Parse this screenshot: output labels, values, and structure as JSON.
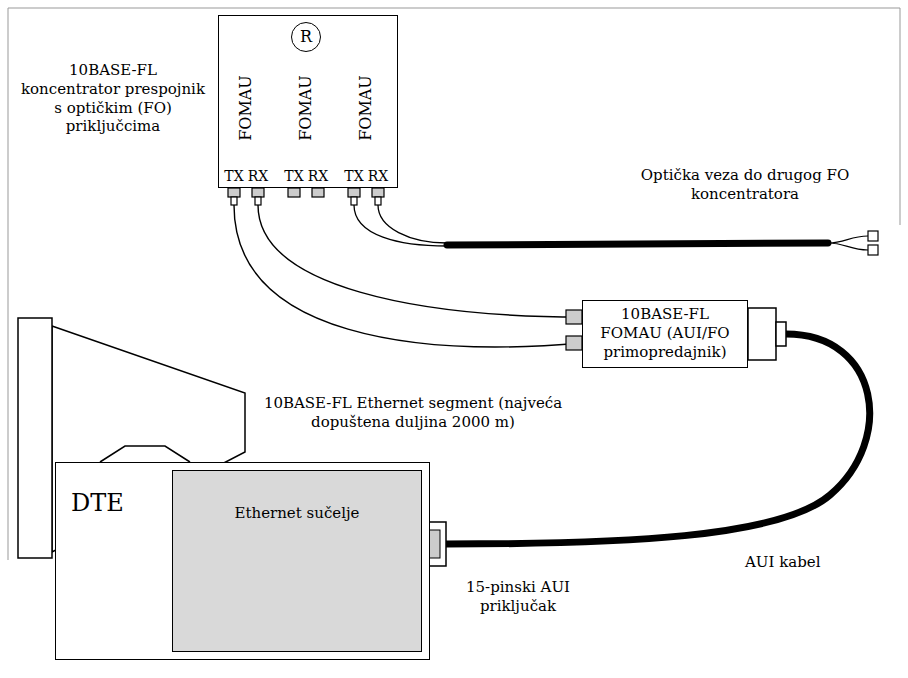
{
  "diagram": {
    "nodes": [
      {
        "text": [
          "10BASE-FL koncentrator prespojnik s optičkim (FO) priključcima"
        ]
      },
      {
        "text": [
          "R"
        ],
        "in": 0
      },
      {
        "text": [
          "FOMAU"
        ],
        "in": 0
      },
      {
        "text": [
          "FOMAU"
        ],
        "in": 0
      },
      {
        "text": [
          "FOMAU"
        ],
        "in": 0
      },
      {
        "text": [
          "10BASE-FL FOMAU (AUI/FO primopredajnik)"
        ]
      },
      {
        "text": [
          "DTE"
        ]
      },
      {
        "text": [
          "Ethernet sučelje"
        ],
        "in": 6
      }
    ],
    "edges": [
      {
        "from": 1,
        "to": 2,
        "arrow": "none"
      },
      {
        "from": 1,
        "to": 3,
        "arrow": "none"
      },
      {
        "from": 1,
        "to": 4,
        "arrow": "none"
      },
      {
        "from": 2,
        "to": 5,
        "arrow": "none"
      },
      {
        "from": 2,
        "to": 5,
        "arrow": "none"
      },
      {
        "from": 5,
        "to": 7,
        "arrow": "none"
      }
    ],
    "labels": [
      "TX",
      "RX",
      "TX",
      "RX",
      "TX",
      "RX",
      "Optička veza do drugog FO koncentratora",
      "10BASE-FL Ethernet segment (najveća dopuštena duljina 2000 m)",
      "AUI kabel",
      "15-pinski AUI priključak"
    ]
  }
}
